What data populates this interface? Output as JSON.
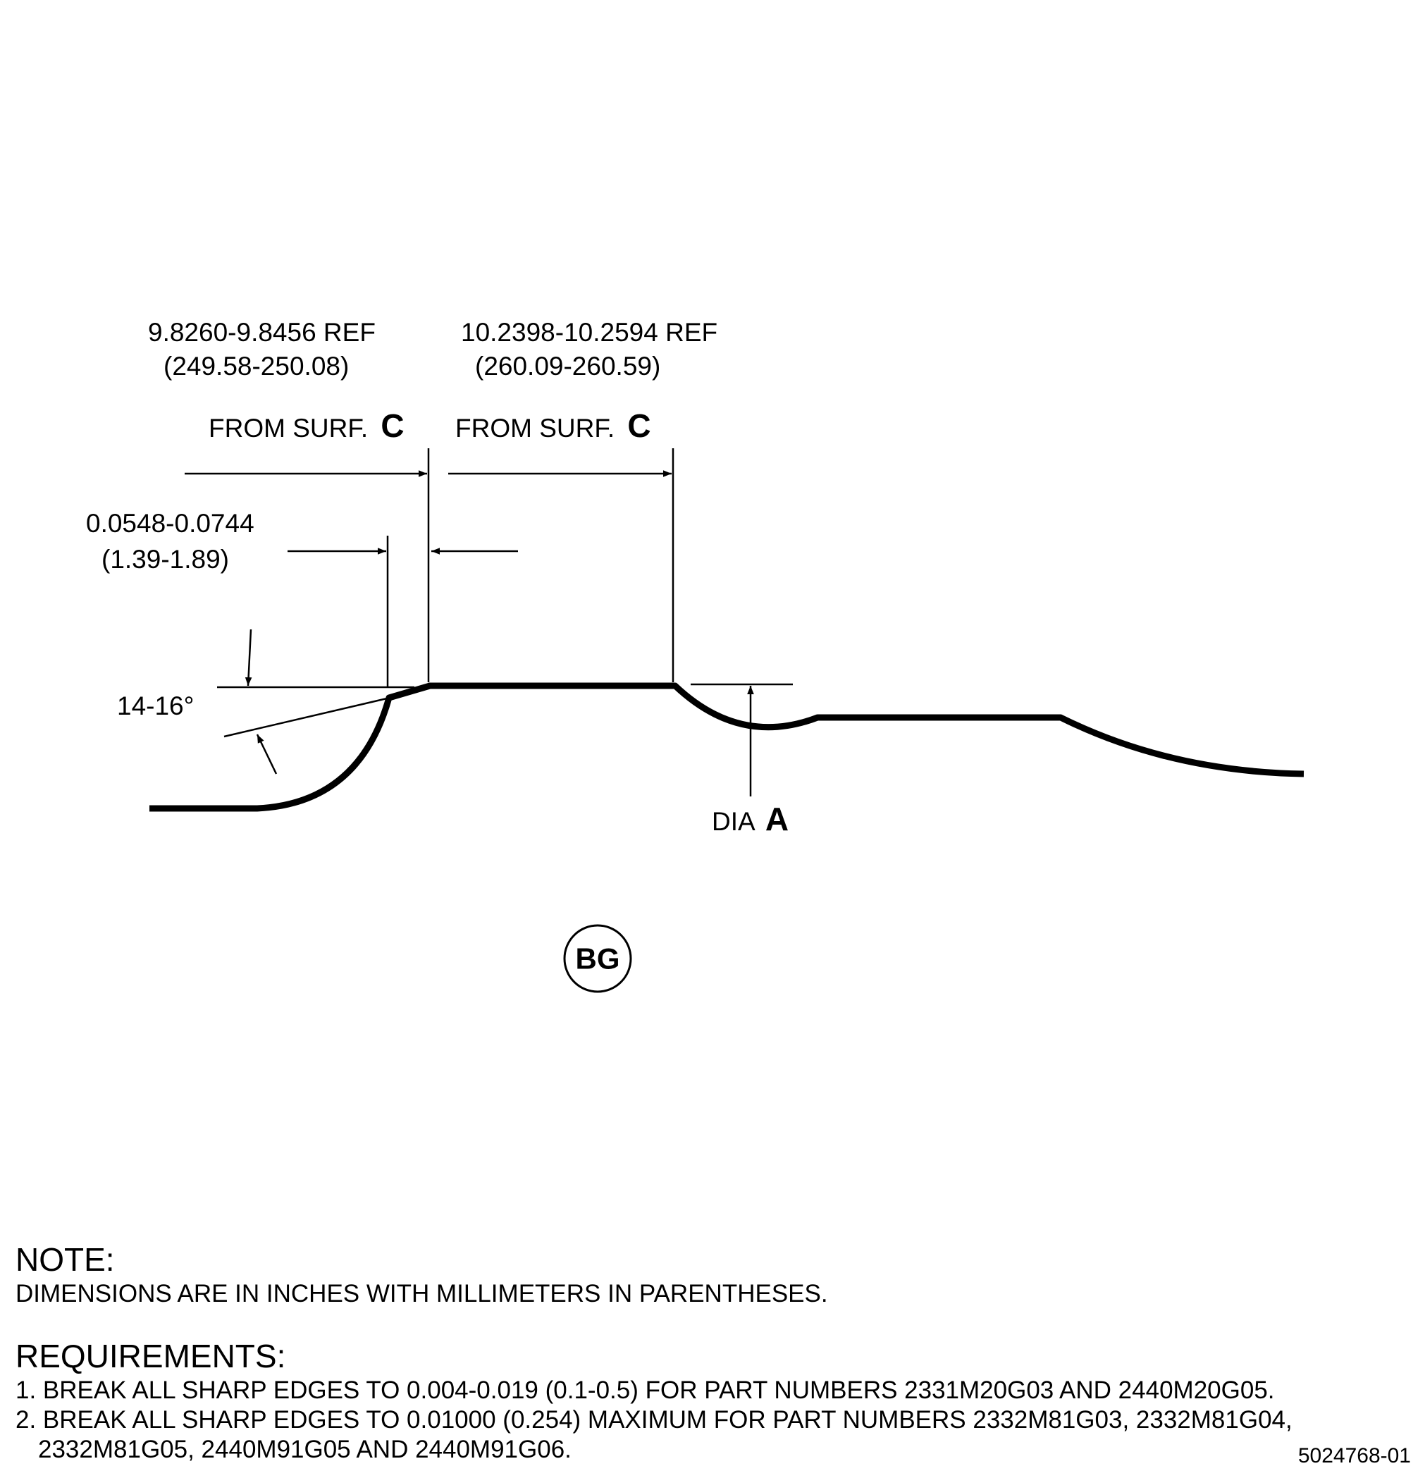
{
  "dimensions": {
    "left_ref": {
      "inch": "9.8260-9.8456 REF",
      "mm": "(249.58-250.08)",
      "from": "FROM SURF.",
      "surface": "C"
    },
    "right_ref": {
      "inch": "10.2398-10.2594 REF",
      "mm": "(260.09-260.59)",
      "from": "FROM SURF.",
      "surface": "C"
    },
    "chamfer_length": {
      "inch": "0.0548-0.0744",
      "mm": "(1.39-1.89)"
    },
    "angle": "14-16°",
    "diameter": {
      "prefix": "DIA",
      "letter": "A"
    }
  },
  "detail_bubble": "BG",
  "note": {
    "heading": "NOTE:",
    "text": "DIMENSIONS ARE IN INCHES WITH MILLIMETERS IN PARENTHESES."
  },
  "requirements": {
    "heading": "REQUIREMENTS:",
    "items": [
      "1. BREAK ALL SHARP EDGES TO 0.004-0.019 (0.1-0.5) FOR PART NUMBERS 2331M20G03 AND 2440M20G05.",
      "2. BREAK ALL SHARP EDGES TO 0.01000 (0.254) MAXIMUM FOR PART NUMBERS 2332M81G03, 2332M81G04,",
      "2332M81G05, 2440M91G05 AND 2440M91G06."
    ]
  },
  "figure_id": "5024768-01"
}
